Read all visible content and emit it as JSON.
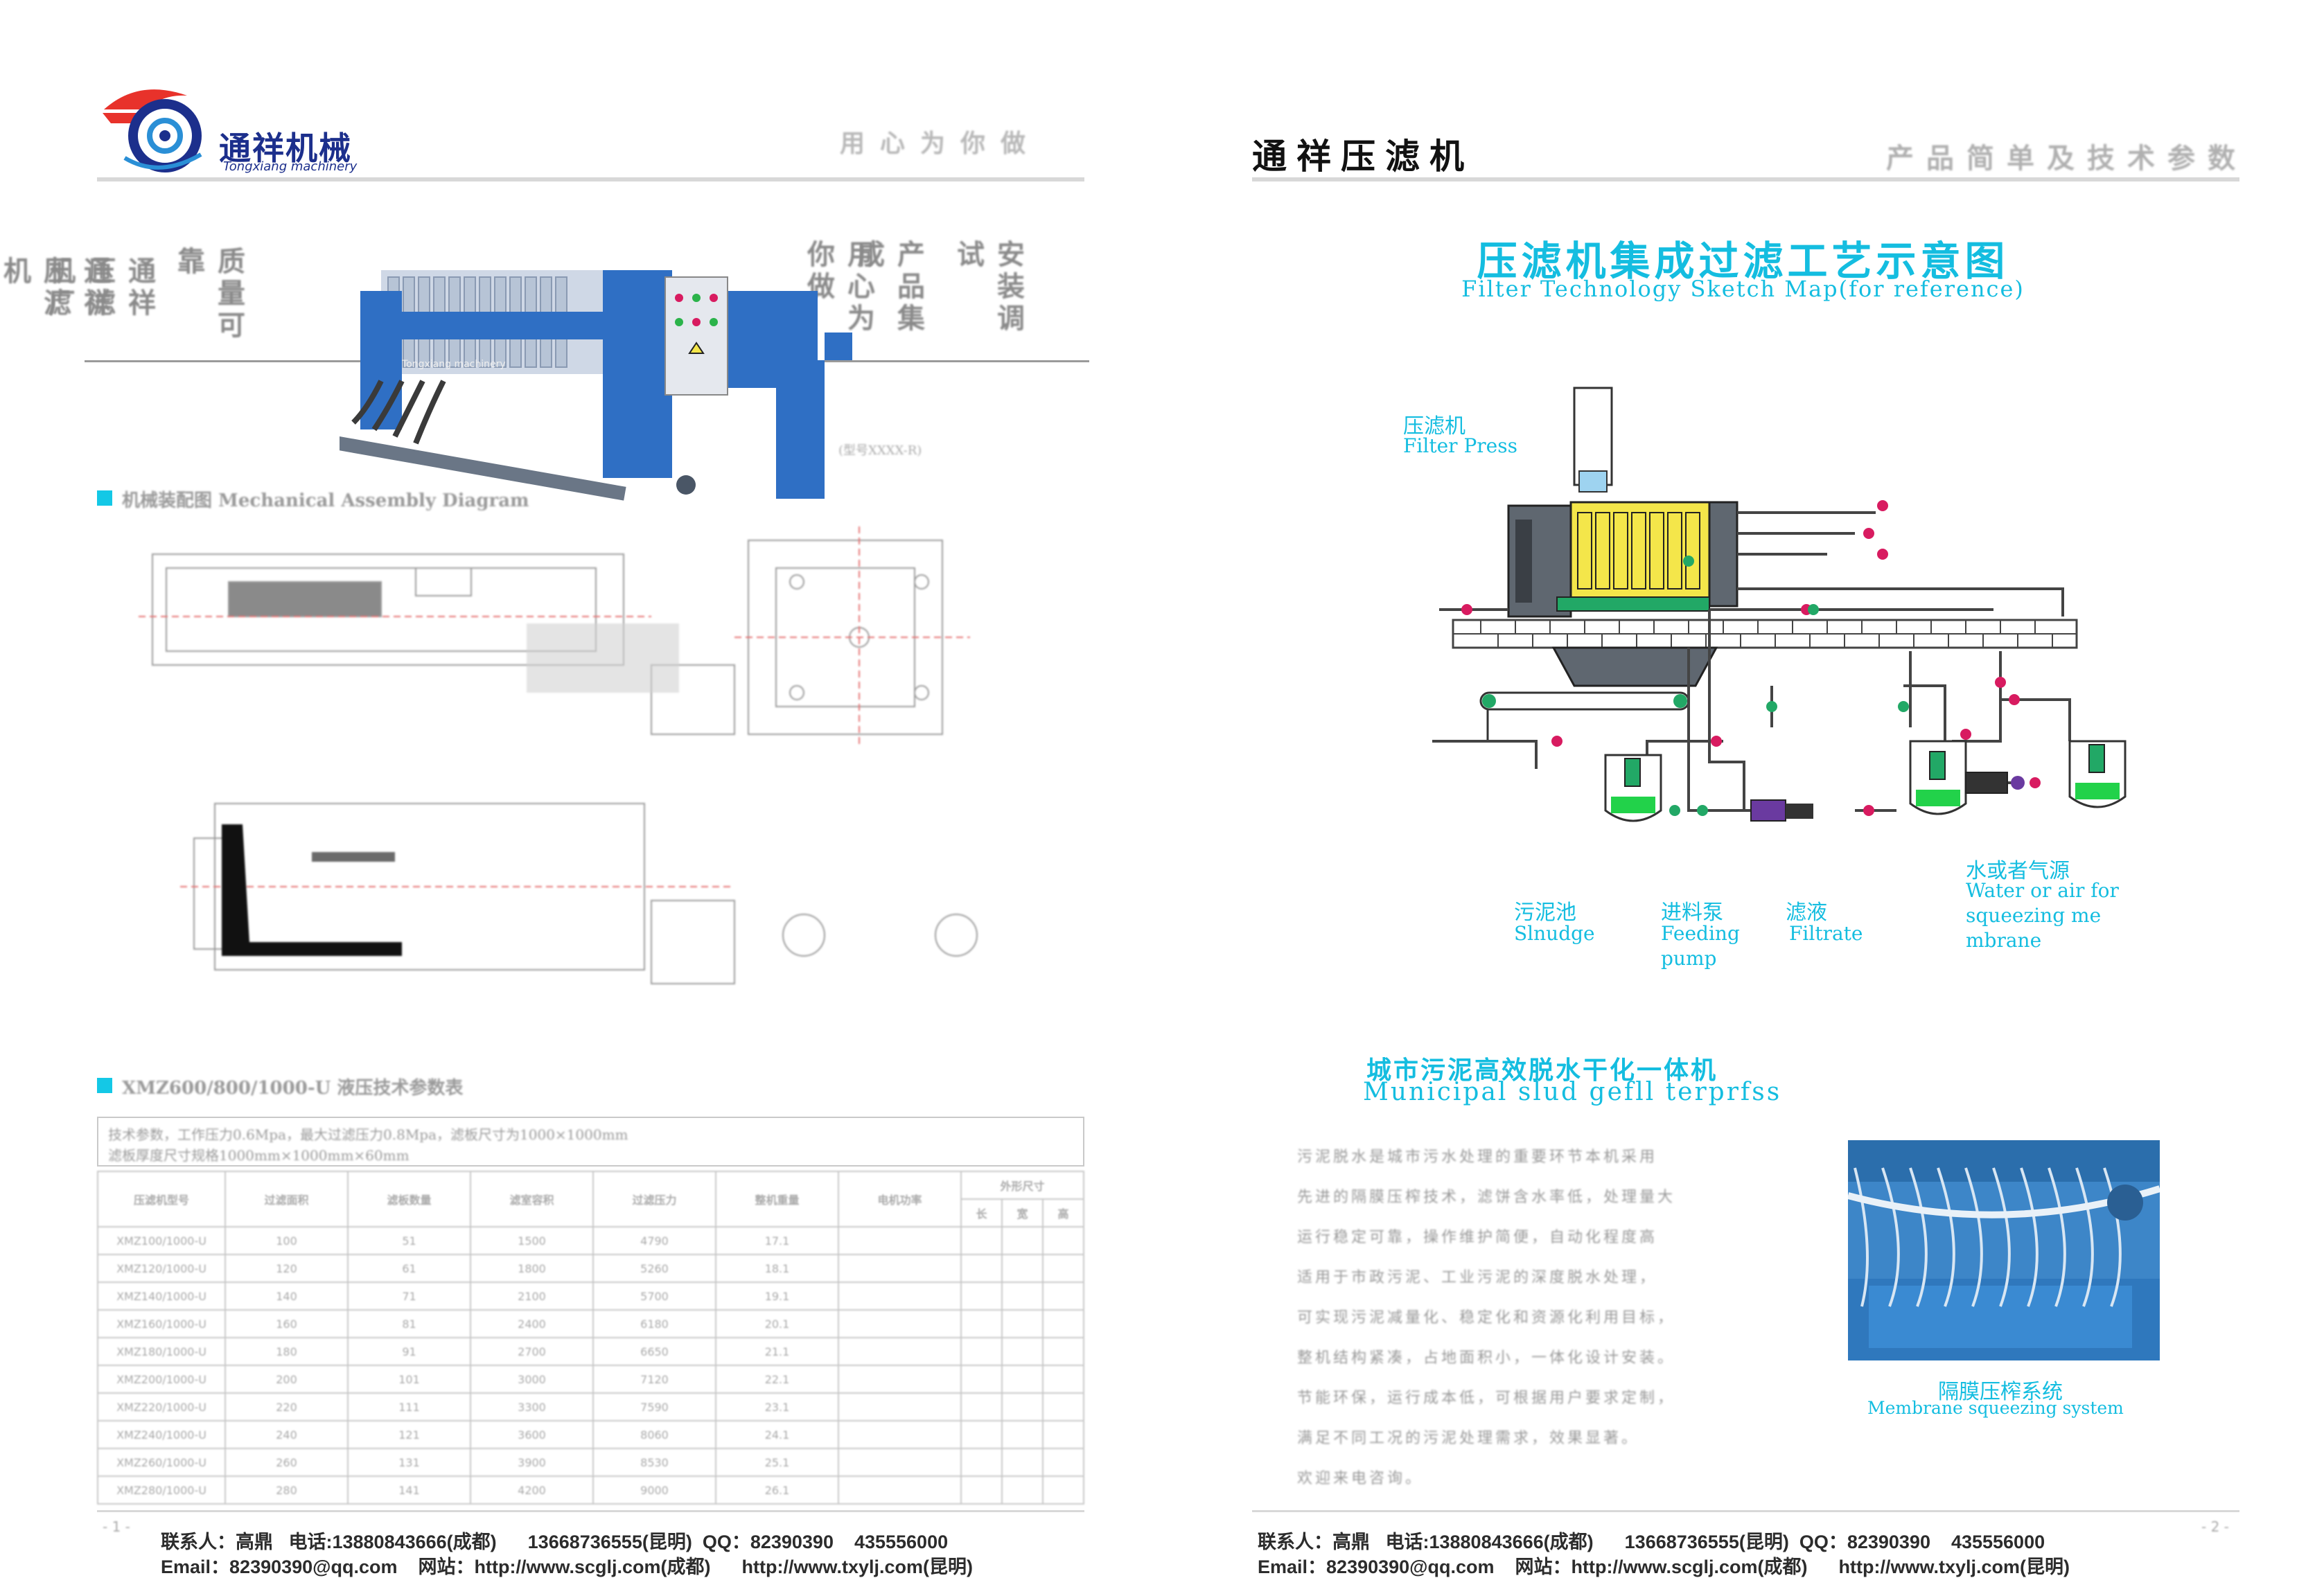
{
  "left_page": {
    "header": {
      "brand_cn": "通祥机械",
      "brand_en": "Tongxiang machinery",
      "slogan": "用心为你做"
    },
    "hero": {
      "vertical_text_columns": [
        "通祥压滤机",
        "通祥压滤机厂",
        "质量可靠",
        "用心为你做",
        "产品集成",
        "安装调试"
      ],
      "machine_caption": "Tongxiang machinery",
      "model_caption": "(型号XXXX-R)"
    },
    "sections": {
      "assembly_title": "机械装配图 Mechanical Assembly Diagram",
      "params_title": "XMZ600/800/1000-U 液压技术参数表"
    },
    "table": {
      "note_line1": "技术参数，工作压力0.6Mpa，最大过滤压力0.8Mpa，滤板尺寸为1000×1000mm",
      "note_line2": "滤板厚度尺寸规格1000mm×1000mm×60mm",
      "headers": [
        "压滤机型号",
        "过滤面积",
        "滤板数量",
        "滤室容积",
        "过滤压力",
        "整机重量",
        "电机功率",
        "外形尺寸",
        "长",
        "宽",
        "高"
      ],
      "rows": [
        [
          "XMZ100/1000-U",
          "100",
          "51",
          "1500",
          "4790",
          "17.1"
        ],
        [
          "XMZ120/1000-U",
          "120",
          "61",
          "1800",
          "5260",
          "18.1"
        ],
        [
          "XMZ140/1000-U",
          "140",
          "71",
          "2100",
          "5700",
          "19.1"
        ],
        [
          "XMZ160/1000-U",
          "160",
          "81",
          "2400",
          "6180",
          "20.1"
        ],
        [
          "XMZ180/1000-U",
          "180",
          "91",
          "2700",
          "6650",
          "21.1"
        ],
        [
          "XMZ200/1000-U",
          "200",
          "101",
          "3000",
          "7120",
          "22.1"
        ],
        [
          "XMZ220/1000-U",
          "220",
          "111",
          "3300",
          "7590",
          "23.1"
        ],
        [
          "XMZ240/1000-U",
          "240",
          "121",
          "3600",
          "8060",
          "24.1"
        ],
        [
          "XMZ260/1000-U",
          "260",
          "131",
          "3900",
          "8530",
          "25.1"
        ],
        [
          "XMZ280/1000-U",
          "280",
          "141",
          "4200",
          "9000",
          "26.1"
        ]
      ]
    },
    "footer": {
      "line1": "联系人：高鼎   电话:13880843666(成都)      13668736555(昆明)  QQ：82390390    435556000",
      "line2": "Email：82390390@qq.com    网站：http://www.scglj.com(成都)      http://www.txylj.com(昆明)",
      "page_number": "- 1 -"
    }
  },
  "right_page": {
    "header": {
      "title": "通祥压滤机",
      "subtitle": "产品简单及技术参数"
    },
    "diagram": {
      "title_cn": "压滤机集成过滤工艺示意图",
      "title_en": "Filter Technology Sketch Map(for reference)",
      "label_press_cn": "压滤机",
      "label_press_en": "Filter Press",
      "label_sludge_cn": "污泥池",
      "label_sludge_en": "Slnudge",
      "label_pump_cn": "进料泵",
      "label_pump_en": "Feeding pump",
      "label_filtrate_cn": "滤液",
      "label_filtrate_en": "Filtrate",
      "label_water_cn": "水或者气源",
      "label_water_en": "Water or air for squeezing me mbrane"
    },
    "municipal": {
      "title_cn": "城市污泥高效脱水干化一体机",
      "title_en": "Municipal slud gefll terprfss",
      "body_lines": [
        "污泥脱水是城市污水处理的重要环节本机采用",
        "先进的隔膜压榨技术，滤饼含水率低，处理量大",
        "运行稳定可靠，操作维护简便，自动化程度高",
        "适用于市政污泥、工业污泥的深度脱水处理，",
        "可实现污泥减量化、稳定化和资源化利用目标，",
        "整机结构紧凑，占地面积小，一体化设计安装。",
        "节能环保，运行成本低，可根据用户要求定制，",
        "满足不同工况的污泥处理需求，效果显著。",
        "欢迎来电咨询。"
      ],
      "photo_caption_cn": "隔膜压榨系统",
      "photo_caption_en": "Membrane squeezing system"
    },
    "footer": {
      "line1": "联系人：高鼎   电话:13880843666(成都)      13668736555(昆明)  QQ：82390390    435556000",
      "line2": "Email：82390390@qq.com    网站：http://www.scglj.com(成都)      http://www.txylj.com(昆明)",
      "page_number": "- 2 -"
    }
  },
  "colors": {
    "accent_cyan": "#14bde0",
    "machine_blue": "#2f6fc4",
    "plate_yellow": "#f4e64a",
    "valve_magenta": "#d81b60",
    "brand_red": "#e8322b",
    "brand_navy": "#1c2f8c"
  }
}
